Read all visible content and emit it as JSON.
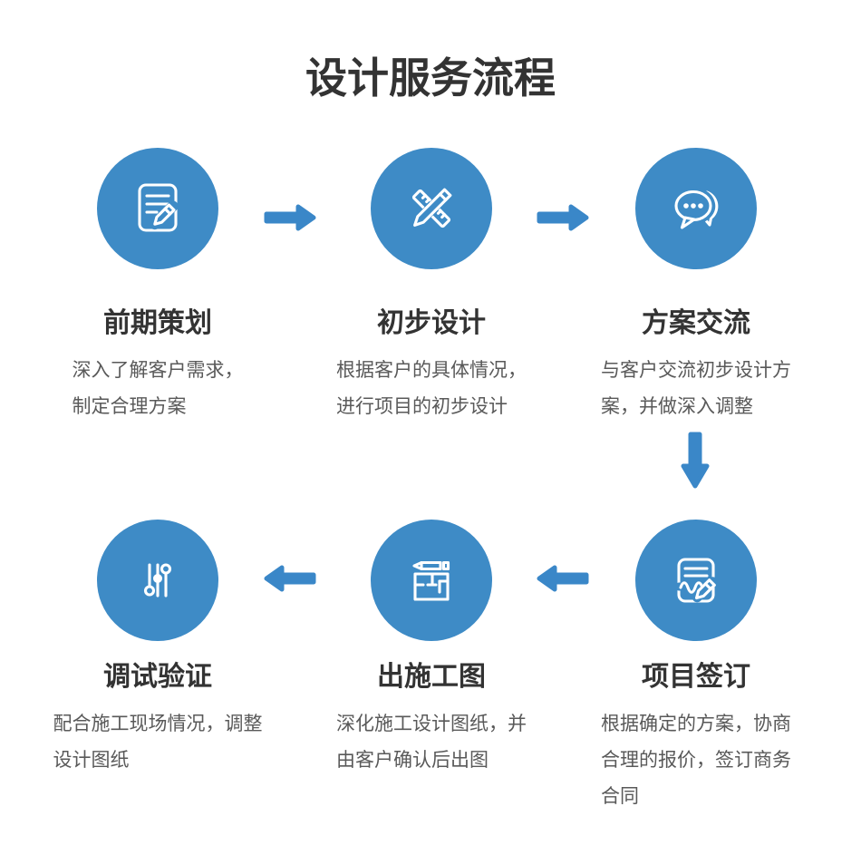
{
  "page_title": "设计服务流程",
  "colors": {
    "circle_blue": "#3E8BC6",
    "arrow_blue": "#3A87C8",
    "heading": "#333333",
    "description": "#595959"
  },
  "steps": [
    {
      "title": "前期策划",
      "description": "深入了解客户需求，\n制定合理方案",
      "icon": "document-pencil-icon"
    },
    {
      "title": "初步设计",
      "description": "根据客户的具体情况，\n进行项目的初步设计",
      "icon": "ruler-pencil-icon"
    },
    {
      "title": "方案交流",
      "description": "与客户交流初步设计方\n案，并做深入调整",
      "icon": "chat-bubbles-icon"
    },
    {
      "title": "项目签订",
      "description": "根据确定的方案，协商\n合理的报价，签订商务\n合同",
      "icon": "contract-signature-icon"
    },
    {
      "title": "出施工图",
      "description": "深化施工设计图纸，并\n由客户确认后出图",
      "icon": "floor-plan-pencil-icon"
    },
    {
      "title": "调试验证",
      "description": "配合施工现场情况，调整\n设计图纸",
      "icon": "sliders-icon"
    }
  ]
}
